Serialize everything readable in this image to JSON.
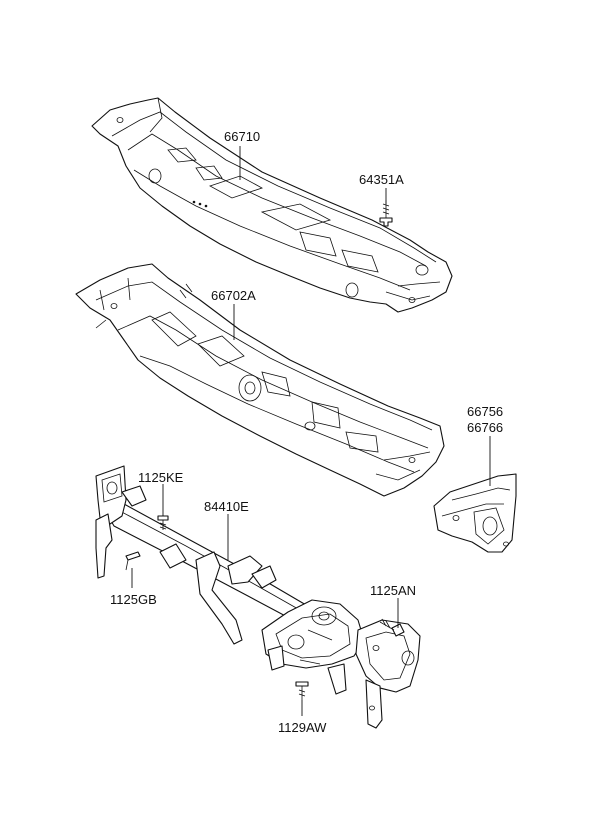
{
  "callouts": {
    "cowl_top_cover": "66710",
    "cowl_screw": "64351A",
    "cowl_panel": "66702A",
    "bracket_top": "66756",
    "bracket_bottom": "66766",
    "bolt_upper_left": "1125KE",
    "bar_assembly": "84410E",
    "bolt_left": "1125GB",
    "bolt_right": "1125AN",
    "bolt_bottom": "1129AW"
  },
  "colors": {
    "line": "#111111",
    "background": "#ffffff"
  }
}
